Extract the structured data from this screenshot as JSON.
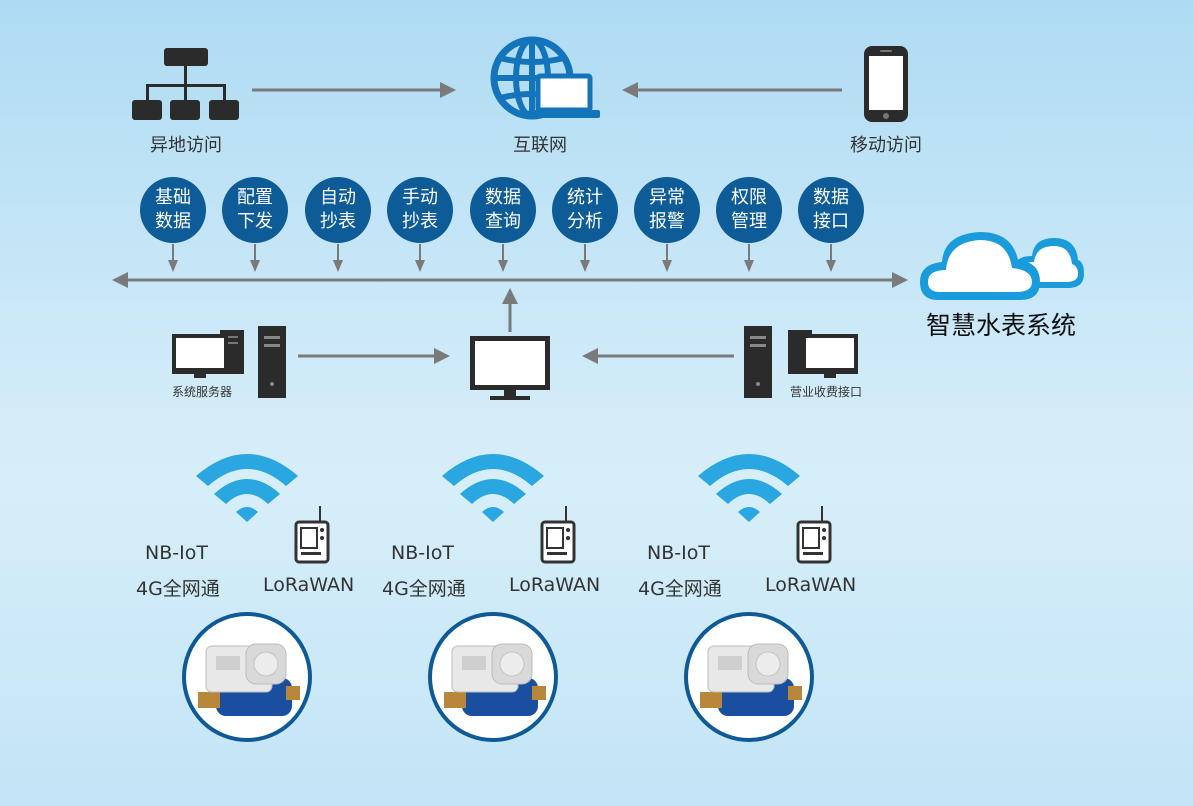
{
  "top": {
    "remote_label": "异地访问",
    "internet_label": "互联网",
    "mobile_label": "移动访问"
  },
  "functions": [
    {
      "line1": "基础",
      "line2": "数据"
    },
    {
      "line1": "配置",
      "line2": "下发"
    },
    {
      "line1": "自动",
      "line2": "抄表"
    },
    {
      "line1": "手动",
      "line2": "抄表"
    },
    {
      "line1": "数据",
      "line2": "查询"
    },
    {
      "line1": "统计",
      "line2": "分析"
    },
    {
      "line1": "异常",
      "line2": "报警"
    },
    {
      "line1": "权限",
      "line2": "管理"
    },
    {
      "line1": "数据",
      "line2": "接口"
    }
  ],
  "cloud": {
    "label": "智慧水表系统"
  },
  "servers": {
    "left_label": "系统服务器",
    "right_label": "营业收费接口"
  },
  "meters": [
    {
      "nb": "NB-IoT",
      "g4": "4G全网通",
      "lora": "LoRaWAN"
    },
    {
      "nb": "NB-IoT",
      "g4": "4G全网通",
      "lora": "LoRaWAN"
    },
    {
      "nb": "NB-IoT",
      "g4": "4G全网通",
      "lora": "LoRaWAN"
    }
  ],
  "colors": {
    "primary": "#0d5b97",
    "wifi": "#2aa6e0",
    "cloud": "#1a9bdc",
    "arrow": "#7a7a7a"
  }
}
